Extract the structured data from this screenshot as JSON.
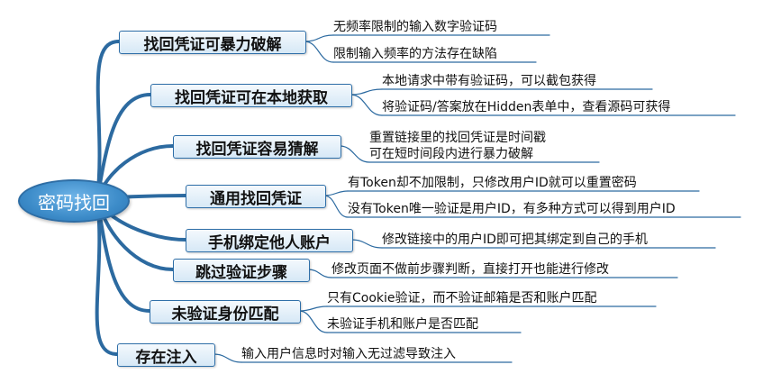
{
  "root": {
    "label": "密码找回"
  },
  "branches": [
    {
      "label": "找回凭证可暴力破解",
      "children": [
        "无频率限制的输入数字验证码",
        "限制输入频率的方法存在缺陷"
      ]
    },
    {
      "label": "找回凭证可在本地获取",
      "children": [
        "本地请求中带有验证码，可以截包获得",
        "将验证码/答案放在Hidden表单中，查看源码可获得"
      ]
    },
    {
      "label": "找回凭证容易猜解",
      "children": [
        "重置链接里的找回凭证是时间戳",
        "可在短时间段内进行暴力破解"
      ]
    },
    {
      "label": "通用找回凭证",
      "children": [
        "有Token却不加限制，只修改用户ID就可以重置密码",
        "没有Token唯一验证是用户ID，有多种方式可以得到用户ID"
      ]
    },
    {
      "label": "手机绑定他人账户",
      "children": [
        "修改链接中的用户ID即可把其绑定到自己的手机"
      ]
    },
    {
      "label": "跳过验证步骤",
      "children": [
        "修改页面不做前步骤判断，直接打开也能进行修改"
      ]
    },
    {
      "label": "未验证身份匹配",
      "children": [
        "只有Cookie验证，而不验证邮箱是否和账户匹配",
        "未验证手机和账户是否匹配"
      ]
    },
    {
      "label": "存在注入",
      "children": [
        "输入用户信息时对输入无过滤导致注入"
      ]
    }
  ],
  "colors": {
    "line": "#2c6aa0",
    "root_fill": "#3d8cc9",
    "topic_border": "#2f6fa8"
  }
}
